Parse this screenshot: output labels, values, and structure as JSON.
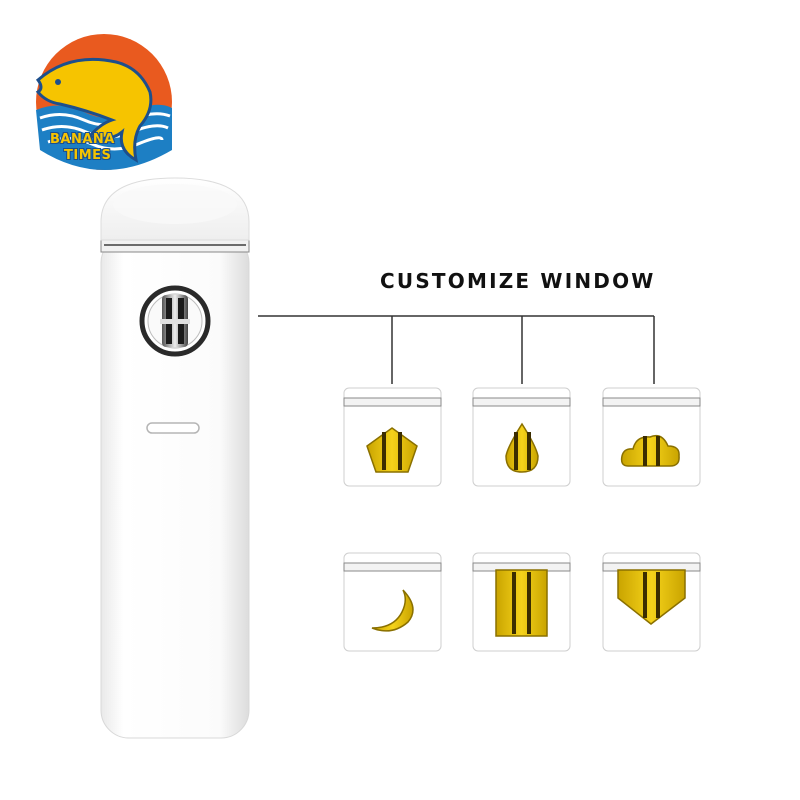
{
  "logo": {
    "line1": "BANANA",
    "line2": "TIMES",
    "colors": {
      "sun": "#e95a1f",
      "fish": "#f6c400",
      "water": "#1d7fc4",
      "text": "#f6c400"
    }
  },
  "heading": "CUSTOMIZE WINDOW",
  "device": {
    "color": "#ffffff"
  },
  "window_options": [
    {
      "shape": "pentagon"
    },
    {
      "shape": "drop"
    },
    {
      "shape": "cloud"
    },
    {
      "shape": "crescent-moon"
    },
    {
      "shape": "rectangle"
    },
    {
      "shape": "shield"
    }
  ],
  "accent_color": "#e6c21a"
}
